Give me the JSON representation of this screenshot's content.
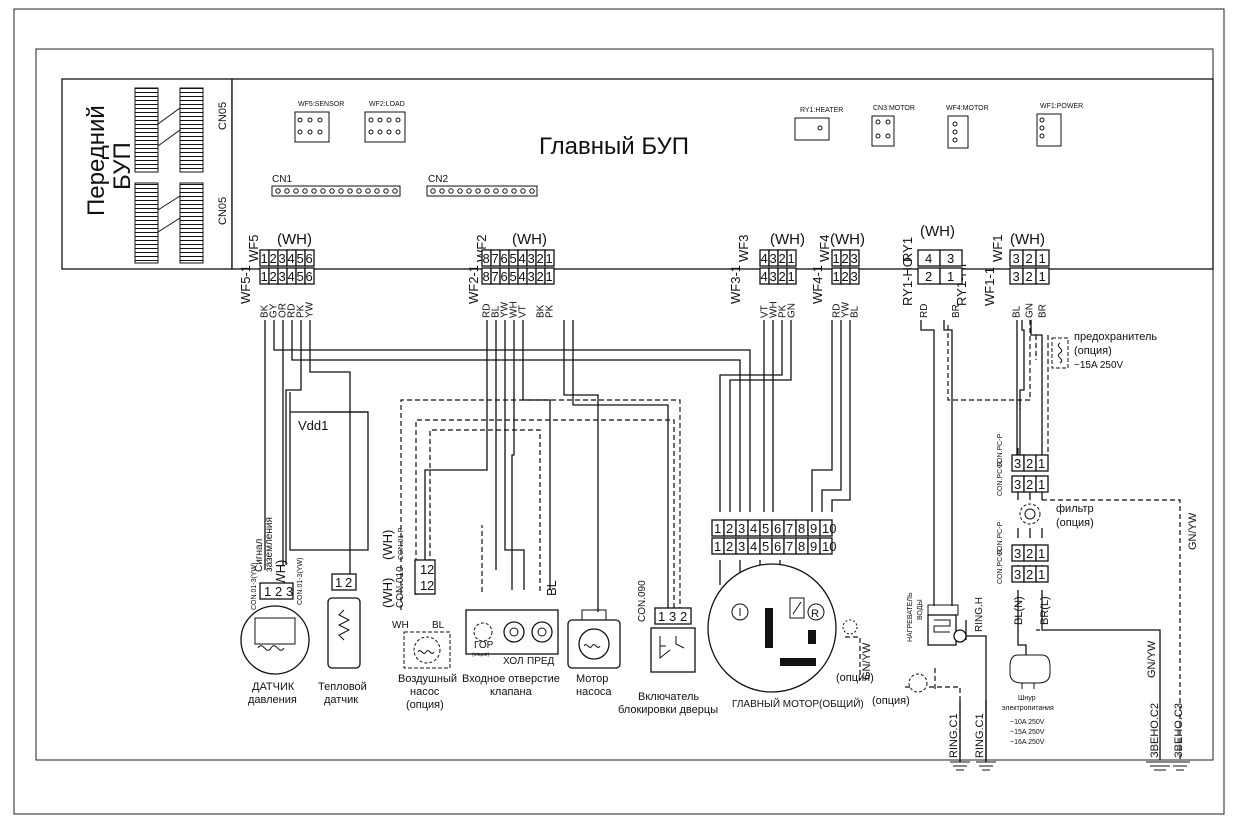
{
  "boards": {
    "front_line1": "Передний",
    "front_line2": "БУП",
    "main": "Главный БУП",
    "cn05_top": "CN05",
    "cn05_bottom": "CN05",
    "cn1": "CN1",
    "cn2": "CN2"
  },
  "board_connectors": [
    "WF5:SENSOR",
    "WF2:LOAD",
    "RY1:HEATER",
    "CN3:MOTOR",
    "WF4:MOTOR",
    "WF1:POWER"
  ],
  "connectors": {
    "wf5": {
      "name": "WF5",
      "mate": "WF5-1",
      "color": "(WH)",
      "pins": [
        "1",
        "2",
        "3",
        "4",
        "5",
        "6"
      ],
      "wires": [
        "BK",
        "GY",
        "OR",
        "RD",
        "PK",
        "YW"
      ]
    },
    "wf2": {
      "name": "WF2",
      "mate": "WF2-1",
      "color": "(WH)",
      "pins": [
        "8",
        "7",
        "6",
        "5",
        "4",
        "3",
        "2",
        "1"
      ],
      "wires": [
        "RD",
        "BL",
        "YW",
        "WH",
        "VT",
        "",
        "BK",
        "PK"
      ]
    },
    "wf3": {
      "name": "WF3",
      "mate": "WF3-1",
      "color": "(WH)",
      "pins": [
        "4",
        "3",
        "2",
        "1"
      ],
      "wires": [
        "VT",
        "WH",
        "PK",
        "GN"
      ]
    },
    "wf4": {
      "name": "WF4",
      "mate": "WF4-1",
      "color": "(WH)",
      "pins": [
        "1",
        "2",
        "3"
      ],
      "wires": [
        "RD",
        "YW",
        "BL"
      ]
    },
    "ry1": {
      "name": "RY1",
      "mate_ho": "RY1-HO",
      "mate_hi": "RY1-HI",
      "color": "(WH)",
      "top_pins": [
        "4",
        "3"
      ],
      "bottom_pins": [
        "2",
        "1"
      ],
      "wires": [
        "RD",
        "BR"
      ]
    },
    "wf1": {
      "name": "WF1",
      "mate": "WF1-1",
      "color": "(WH)",
      "pins": [
        "3",
        "2",
        "1"
      ],
      "wires": [
        "BL",
        "GN",
        "BR"
      ]
    }
  },
  "motor_connector": {
    "pins": [
      "1",
      "2",
      "3",
      "4",
      "5",
      "6",
      "7",
      "8",
      "9",
      "10"
    ]
  },
  "labels": {
    "vdd": "Vdd1",
    "signal": "Сигнал",
    "ground": "заземления",
    "wh": "(WH)",
    "sensor_conn": "CON.01-3(YW)",
    "heat_conn": "CON.01-3(YW)",
    "air_conn_a": "CON.01-P",
    "air_conn_b": "CON.010",
    "wh_side": "WH",
    "bl_side": "BL",
    "valve_bl": "BL",
    "door_conn": "CON.090",
    "hot": "ГОР",
    "hot_opt": "(опция)",
    "cold": "ХОЛ",
    "pre": "ПРЕД",
    "gn_yw_1": "GN/YW",
    "gn_yw_2": "GN/YW",
    "gn_yw_3": "GN/YW",
    "option_1": "(опция)",
    "option_2": "(опция)",
    "heater_side_1": "НАГРЕВАТЕЛЬ",
    "heater_side_2": "ВОДЫ",
    "ring_h": "RING.H",
    "blN": "BL(N)",
    "brL": "BR(L)",
    "fuse_1": "предохранитель",
    "fuse_2": "(опция)",
    "fuse_3": "~15A 250V",
    "filter_1": "фильтр",
    "filter_2": "(опция)",
    "cplp_1": "CON.PC-P",
    "cplr_1": "CON.PC-R",
    "cplp_2": "CON.PC-P",
    "cplr_2": "CON.PC-R",
    "plug_1": "Шнур",
    "plug_2": "электропитания",
    "plug_3": "~10A 250V",
    "plug_4": "~15A 250V",
    "plug_5": "~16A 250V",
    "ring_c1_a": "RING.C1",
    "ring_c1_b": "RING.C1",
    "ground_c2": "ЗВЕНО.C2",
    "ground_c3": "ЗВЕНО.C3"
  },
  "components": {
    "pressure_1": "ДАТЧИК",
    "pressure_2": "давления",
    "thermal_1": "Тепловой",
    "thermal_2": "датчик",
    "air_pump_1": "Воздушный",
    "air_pump_2": "насос",
    "air_pump_3": "(опция)",
    "valve_1": "Входное отверстие",
    "valve_2": "клапана",
    "pump_motor_1": "Мотор",
    "pump_motor_2": "насоса",
    "door_lock_1": "Включатель",
    "door_lock_2": "блокировки дверцы",
    "main_motor": "ГЛАВНЫЙ МОТОР(ОБЩИЙ)"
  }
}
